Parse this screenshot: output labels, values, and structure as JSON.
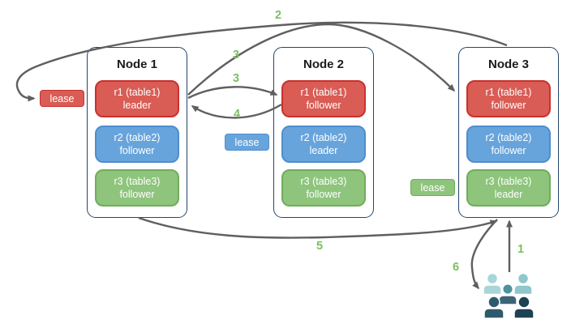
{
  "nodes": [
    {
      "title": "Node 1",
      "replicas": [
        {
          "name": "r1 (table1)",
          "role": "leader",
          "color": "red"
        },
        {
          "name": "r2 (table2)",
          "role": "follower",
          "color": "blue"
        },
        {
          "name": "r3 (table3)",
          "role": "follower",
          "color": "green"
        }
      ]
    },
    {
      "title": "Node 2",
      "replicas": [
        {
          "name": "r1 (table1)",
          "role": "follower",
          "color": "red"
        },
        {
          "name": "r2 (table2)",
          "role": "leader",
          "color": "blue"
        },
        {
          "name": "r3 (table3)",
          "role": "follower",
          "color": "green"
        }
      ]
    },
    {
      "title": "Node 3",
      "replicas": [
        {
          "name": "r1 (table1)",
          "role": "follower",
          "color": "red"
        },
        {
          "name": "r2 (table2)",
          "role": "follower",
          "color": "blue"
        },
        {
          "name": "r3 (table3)",
          "role": "leader",
          "color": "green"
        }
      ]
    }
  ],
  "leases": {
    "table1": {
      "label": "lease",
      "color": "#d95c55"
    },
    "table2": {
      "label": "lease",
      "color": "#68a4dc"
    },
    "table3": {
      "label": "lease",
      "color": "#8ec47c"
    }
  },
  "arrow_labels": {
    "step1": "1",
    "step2": "2",
    "step3a": "3",
    "step3b": "3",
    "step4": "4",
    "step5": "5",
    "step6": "6"
  },
  "icons": {
    "users": "users-icon"
  },
  "colors": {
    "replica_red_fill": "#d95c55",
    "replica_red_border": "#c9312e",
    "replica_blue_fill": "#68a4dc",
    "replica_blue_border": "#4e8ecd",
    "replica_green_fill": "#8ec47c",
    "replica_green_border": "#70ad5a",
    "node_border": "#24466b",
    "arrow": "#5f5f5f",
    "step_label": "#7cbe62",
    "users": {
      "back_left": "#a8d5d8",
      "back_right": "#8fc7cb",
      "center_head": "#4e929c",
      "center_body": "#3c6577",
      "front_left": "#2e5a6c",
      "front_right": "#1e4154"
    }
  }
}
